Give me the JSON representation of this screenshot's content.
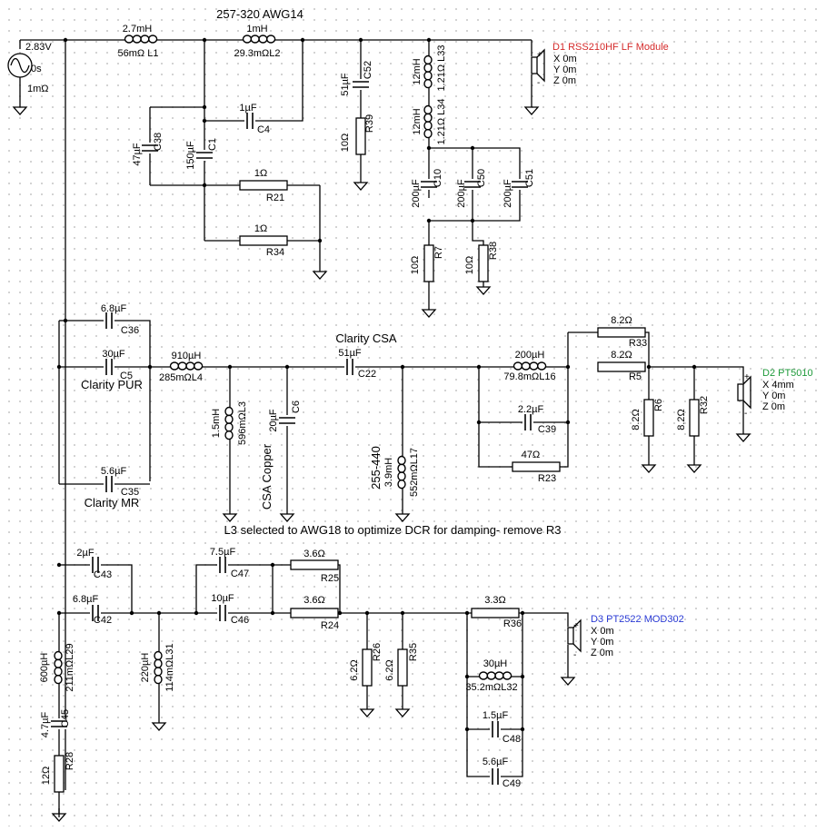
{
  "note": "L3 selected to AWG18 to optimize DCR for damping- remove R3",
  "source": {
    "voltage": "2.83V",
    "delay": "0s",
    "resistance": "1mΩ"
  },
  "drivers": [
    {
      "id": "drv1",
      "name": "D1 RSS210HF LF Module",
      "x": "X 0m",
      "y": "Y 0m",
      "z": "Z 0m",
      "color": "#d42a2a"
    },
    {
      "id": "drv2",
      "name": "D2 PT5010",
      "x": "X 4mm",
      "y": "Y 0m",
      "z": "Z 0m",
      "color": "#1e9a3a"
    },
    {
      "id": "drv3",
      "name": "D3 PT2522 MOD302",
      "x": "X 0m",
      "y": "Y 0m",
      "z": "Z 0m",
      "color": "#2a3ad4"
    }
  ],
  "annotations": [
    {
      "id": "awg14",
      "text": "257-320 AWG14"
    },
    {
      "id": "clarity_csa",
      "text": "Clarity CSA"
    },
    {
      "id": "clarity_pur",
      "text": "Clarity PUR"
    },
    {
      "id": "clarity_mr",
      "text": "Clarity MR"
    },
    {
      "id": "csa_copper",
      "text": "CSA Copper"
    },
    {
      "id": "r255",
      "text": "255-440"
    }
  ],
  "components": [
    {
      "id": "L1",
      "value": "2.7mH",
      "sub": "56mΩ L1"
    },
    {
      "id": "L2",
      "value": "1mH",
      "sub": "29.3mΩL2"
    },
    {
      "id": "C4",
      "value": "1µF",
      "sub": "C4"
    },
    {
      "id": "C38",
      "value": "47µF",
      "sub": "C38"
    },
    {
      "id": "C1",
      "value": "150µF",
      "sub": "C1"
    },
    {
      "id": "R21",
      "value": "1Ω",
      "sub": "R21"
    },
    {
      "id": "R34",
      "value": "1Ω",
      "sub": "R34"
    },
    {
      "id": "C52",
      "value": "51µF",
      "sub": "C52"
    },
    {
      "id": "R39",
      "value": "10Ω",
      "sub": "R39"
    },
    {
      "id": "L33",
      "value": "12mH",
      "sub": "1.21Ω L33"
    },
    {
      "id": "L34",
      "value": "12mH",
      "sub": "1.21Ω L34"
    },
    {
      "id": "C10",
      "value": "200µF",
      "sub": "C10"
    },
    {
      "id": "C50",
      "value": "200µF",
      "sub": "C50"
    },
    {
      "id": "C51",
      "value": "200µF",
      "sub": "C51"
    },
    {
      "id": "R7",
      "value": "10Ω",
      "sub": "R7"
    },
    {
      "id": "R38",
      "value": "10Ω",
      "sub": "R38"
    },
    {
      "id": "C36",
      "value": "6.8µF",
      "sub": "C36"
    },
    {
      "id": "C5",
      "value": "30µF",
      "sub": "C5"
    },
    {
      "id": "C35",
      "value": "5.6µF",
      "sub": "C35"
    },
    {
      "id": "L4",
      "value": "910µH",
      "sub": "285mΩL4"
    },
    {
      "id": "L3",
      "value": "1.5mH",
      "sub": "596mΩL3"
    },
    {
      "id": "C6",
      "value": "20µF",
      "sub": "C6"
    },
    {
      "id": "C22",
      "value": "51µF",
      "sub": "C22"
    },
    {
      "id": "L17",
      "value": "3.9mH",
      "sub": "552mΩL17"
    },
    {
      "id": "L16",
      "value": "200µH",
      "sub": "79.8mΩL16"
    },
    {
      "id": "C39",
      "value": "2.2µF",
      "sub": "C39"
    },
    {
      "id": "R23",
      "value": "47Ω",
      "sub": "R23"
    },
    {
      "id": "R33",
      "value": "8.2Ω",
      "sub": "R33"
    },
    {
      "id": "R5",
      "value": "8.2Ω",
      "sub": "R5"
    },
    {
      "id": "R6",
      "value": "8.2Ω",
      "sub": "R6"
    },
    {
      "id": "R32",
      "value": "8.2Ω",
      "sub": "R32"
    },
    {
      "id": "C43",
      "value": "2µF",
      "sub": "C43"
    },
    {
      "id": "C42",
      "value": "6.8µF",
      "sub": "C42"
    },
    {
      "id": "L29",
      "value": "600µH",
      "sub": "211mΩL29"
    },
    {
      "id": "C45",
      "value": "4.7µF",
      "sub": "C45"
    },
    {
      "id": "R28",
      "value": "12Ω",
      "sub": "R28"
    },
    {
      "id": "L31",
      "value": "220µH",
      "sub": "114mΩL31"
    },
    {
      "id": "C47",
      "value": "7.5µF",
      "sub": "C47"
    },
    {
      "id": "C46",
      "value": "10µF",
      "sub": "C46"
    },
    {
      "id": "R25",
      "value": "3.6Ω",
      "sub": "R25"
    },
    {
      "id": "R24",
      "value": "3.6Ω",
      "sub": "R24"
    },
    {
      "id": "R26",
      "value": "6.2Ω",
      "sub": "R26"
    },
    {
      "id": "R35",
      "value": "6.2Ω",
      "sub": "R35"
    },
    {
      "id": "R36",
      "value": "3.3Ω",
      "sub": "R36"
    },
    {
      "id": "L32",
      "value": "30µH",
      "sub": "35.2mΩL32"
    },
    {
      "id": "C48",
      "value": "1.5µF",
      "sub": "C48"
    },
    {
      "id": "C49",
      "value": "5.6µF",
      "sub": "C49"
    }
  ]
}
